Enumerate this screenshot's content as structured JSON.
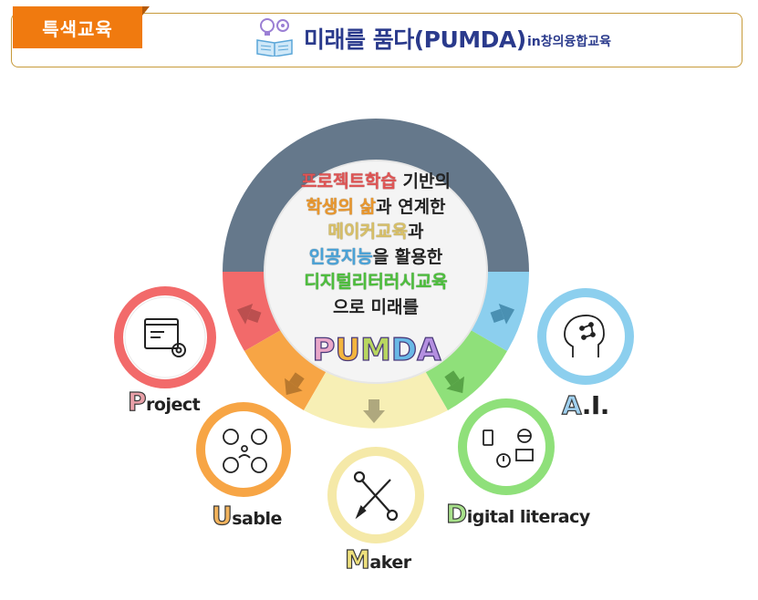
{
  "header": {
    "tag": "특색교육",
    "title": "미래를 품다(PUMDA)",
    "subtitle": "in창의융합교육"
  },
  "center": {
    "lines": [
      {
        "highlight": "프로젝트학습",
        "rest": " 기반의"
      },
      {
        "highlight": "학생의 삶",
        "rest": "과 연계한"
      },
      {
        "highlight": "메이커교육",
        "rest": "과"
      },
      {
        "highlight": "인공지능",
        "rest": "을 활용한"
      },
      {
        "highlight": "디지털리터러시교육",
        "rest": ""
      },
      {
        "highlight": "",
        "rest": "으로 미래를"
      }
    ],
    "logo": [
      "P",
      "U",
      "M",
      "D",
      "A"
    ]
  },
  "nodes": {
    "project": {
      "initial": "P",
      "rest": "roject",
      "icon": "blueprint-gear-icon",
      "color": "#f26a6a"
    },
    "usable": {
      "initial": "U",
      "rest": "sable",
      "icon": "multi-tool-icon",
      "color": "#f7a545"
    },
    "maker": {
      "initial": "M",
      "rest": "aker",
      "icon": "wrench-pencil-icon",
      "color": "#f5e9a8"
    },
    "digital": {
      "initial": "D",
      "rest": "igital literacy",
      "icon": "devices-network-icon",
      "color": "#8fe07a"
    },
    "ai": {
      "initial": "A",
      "rest": ".I.",
      "icon": "ai-brain-icon",
      "color": "#8ccfee"
    }
  },
  "colors": {
    "ring_top": "#65788b",
    "ring_red": "#f26a6a",
    "ring_orange": "#f7a545",
    "ring_yellow": "#f7efb5",
    "ring_green": "#8fe07a",
    "ring_blue": "#8ccfee",
    "accent": "#f07a0f",
    "title": "#2a3a8c"
  }
}
